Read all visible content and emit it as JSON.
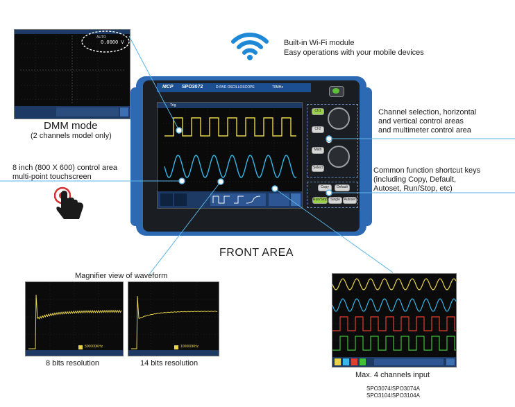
{
  "device": {
    "brand": "MCP",
    "model": "SPO3072",
    "product_line": "D-PAD OSCILLOSCOPE",
    "bandwidth": "70MHz",
    "trigger_label": "Trig",
    "side_keys": [
      "Ch1",
      "Ch2",
      "Math",
      "Select"
    ],
    "function_keys": [
      "Copy",
      "Default",
      "Run/Stop",
      "Single",
      "Autoset"
    ]
  },
  "dmm": {
    "reading": "0.0000 V",
    "mode_tag": "AUTO",
    "title": "DMM mode",
    "subtitle": "(2 channels model only)"
  },
  "wifi": {
    "line1": "Built-in Wi-Fi module",
    "line2": "Easy operations with your mobile devices"
  },
  "channel_control": {
    "line1": "Channel selection, horizontal",
    "line2": "and vertical control areas",
    "line3": "and multimeter control area"
  },
  "shortcut": {
    "line1": "Common function shortcut keys",
    "line2": "(including Copy, Default,",
    "line3": "Autoset, Run/Stop, etc)"
  },
  "touch": {
    "line1": "8 inch (800 X 600) control area",
    "line2": "multi-point touchscreen"
  },
  "front_area": "FRONT AREA",
  "magnifier": {
    "title": "Magnifier view of waveform",
    "left_caption": "8 bits resolution",
    "right_caption": "14 bits resolution",
    "left_freq": "500000KHz",
    "right_freq": "100000KHz"
  },
  "four_channel": {
    "caption": "Max. 4 channels input",
    "models_line1": "SPO3074/SPO3074A",
    "models_line2": "SPO3104/SPO3104A"
  },
  "colors": {
    "ch1": "#e8d44a",
    "ch2": "#36b8ea",
    "ch3": "#e0402f",
    "ch4": "#3fc23a",
    "device_blue": "#2d6ab3",
    "callout_line": "#5ab4e6",
    "wifi_blue": "#1e88d6",
    "touch_red": "#d32f2f"
  }
}
